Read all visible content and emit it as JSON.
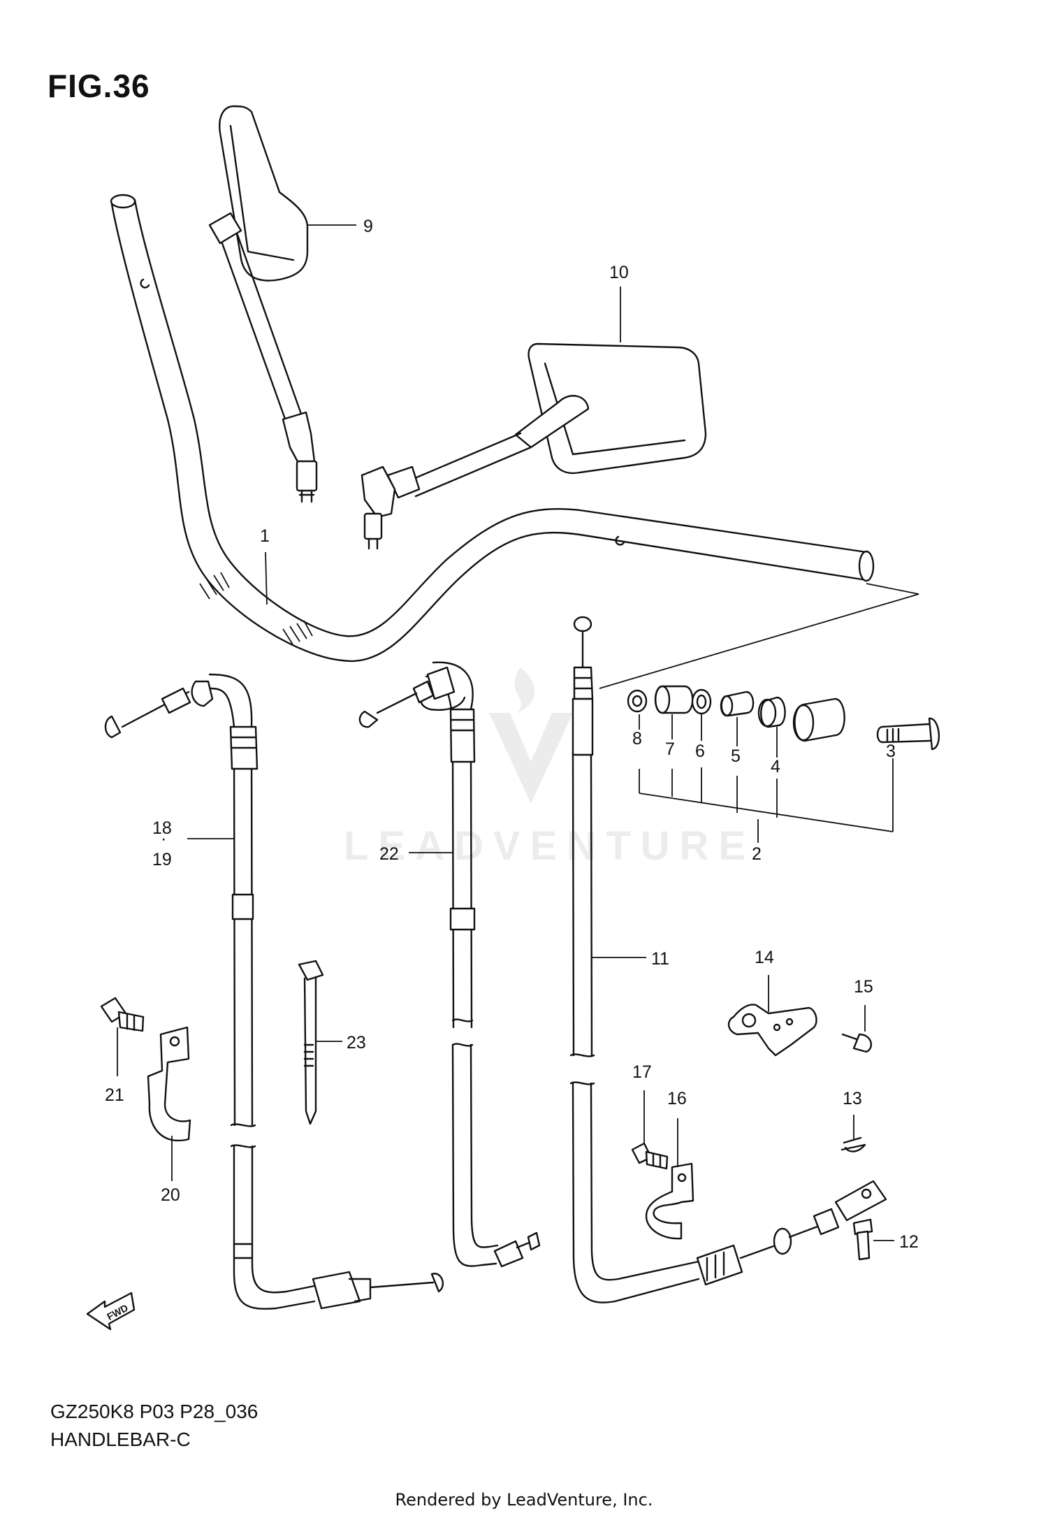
{
  "figure": {
    "title": "FIG.36",
    "code": "GZ250K8 P03 P28_036",
    "name": "HANDLEBAR-C",
    "credit": "Rendered by LeadVenture, Inc.",
    "watermark": "LEADVENTURE",
    "fwd_label": "FWD"
  },
  "callouts": {
    "c1": "1",
    "c2": "2",
    "c3": "3",
    "c4": "4",
    "c5": "5",
    "c6": "6",
    "c7": "7",
    "c8": "8",
    "c9": "9",
    "c10": "10",
    "c11": "11",
    "c12": "12",
    "c13": "13",
    "c14": "14",
    "c15": "15",
    "c16": "16",
    "c17": "17",
    "c18": "18",
    "c19": "19",
    "c20": "20",
    "c21": "21",
    "c22": "22",
    "c23": "23"
  }
}
